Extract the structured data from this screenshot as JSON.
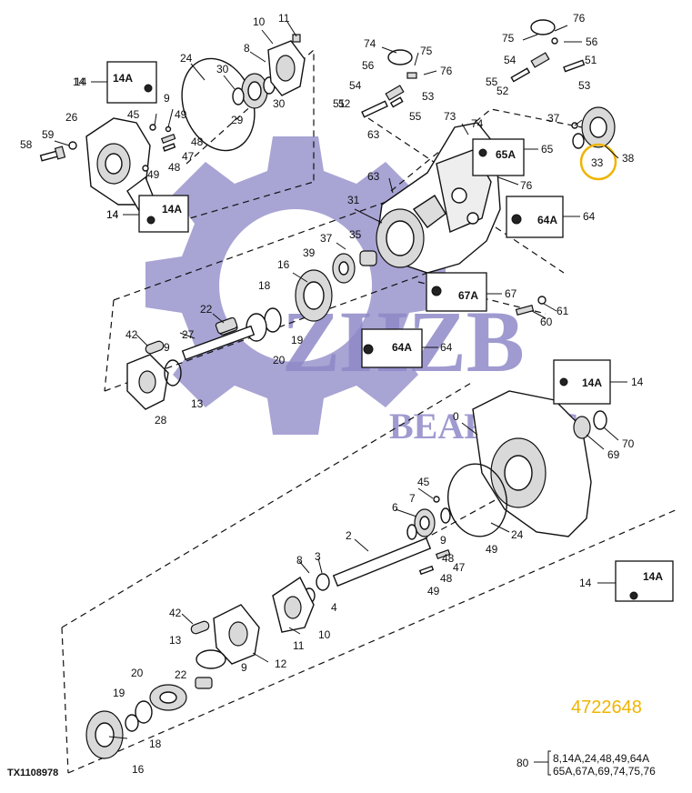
{
  "diagram": {
    "drawing_id": "TX1108978",
    "part_number_highlight": "4722648",
    "highlight_color": "#f0b400",
    "watermark": {
      "brand": "ZHZB",
      "sub": "BEARINGS",
      "color": "#8f8ac8"
    },
    "kit_note": {
      "ref": "80",
      "line1": "8,14A,24,48,49,64A",
      "line2": "65A,67A,69,74,75,76"
    },
    "callouts": [
      {
        "id": "c14a_1",
        "text": "14A",
        "outer": "14"
      },
      {
        "id": "c14a_2",
        "text": "14A",
        "outer": "14"
      },
      {
        "id": "c65a",
        "text": "65A",
        "outer": "65"
      },
      {
        "id": "c64a_1",
        "text": "64A",
        "outer": "64"
      },
      {
        "id": "c67a",
        "text": "67A",
        "outer": "67"
      },
      {
        "id": "c64a_2",
        "text": "64A",
        "outer": "64"
      },
      {
        "id": "c14a_3",
        "text": "14A",
        "outer": "14"
      },
      {
        "id": "c14a_4",
        "text": "14A",
        "outer": "14"
      }
    ],
    "highlighted_label": "33",
    "labels": [
      "10",
      "11",
      "8",
      "24",
      "30",
      "30",
      "29",
      "14",
      "26",
      "45",
      "9",
      "49",
      "48",
      "47",
      "48",
      "49",
      "59",
      "58",
      "14",
      "74",
      "75",
      "76",
      "56",
      "54",
      "51",
      "53",
      "52",
      "55",
      "63",
      "73",
      "74",
      "75",
      "76",
      "56",
      "54",
      "51",
      "55",
      "52",
      "53",
      "37",
      "38",
      "76",
      "63",
      "31",
      "37",
      "35",
      "39",
      "16",
      "22",
      "18",
      "19",
      "20",
      "27",
      "42",
      "9",
      "13",
      "28",
      "61",
      "60",
      "0",
      "69",
      "70",
      "45",
      "7",
      "6",
      "9",
      "24",
      "49",
      "48",
      "47",
      "48",
      "49",
      "2",
      "3",
      "8",
      "4",
      "11",
      "10",
      "42",
      "13",
      "9",
      "12",
      "20",
      "22",
      "19",
      "18",
      "16"
    ]
  }
}
